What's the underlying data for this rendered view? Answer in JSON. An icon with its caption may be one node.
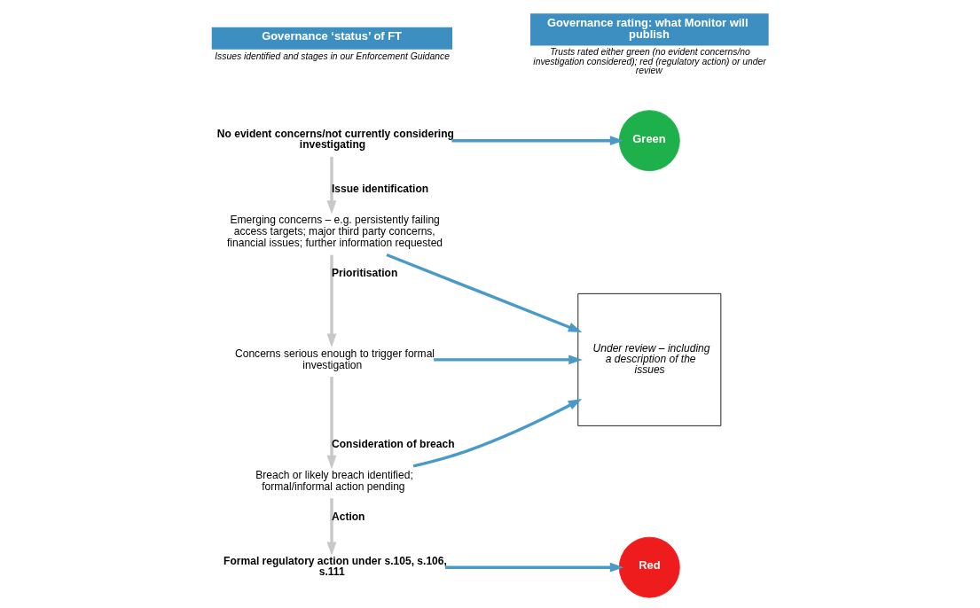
{
  "diagram": {
    "nodes": [
      {
        "text": [
          "Governance ‘status’ of FT"
        ],
        "beside": [
          "Issues identified and stages in our Enforcement Guidance"
        ]
      },
      {
        "text": [
          "Governance rating: what Monitor will publish"
        ],
        "beside": [
          "Trusts rated either green (no evident concerns/no investigation considered); red (regulatory action) or under review"
        ]
      },
      {
        "text": [
          "No evident concerns/not currently considering investigating"
        ]
      },
      {
        "text": [
          "Emerging concerns – e.g. persistently failing access targets; major third party concerns, financial issues; further information requested"
        ]
      },
      {
        "text": [
          "Concerns serious enough to trigger formal investigation"
        ]
      },
      {
        "text": [
          "Breach or likely breach identified; formal/informal action pending"
        ]
      },
      {
        "text": [
          "Formal regulatory action under s.105, s.106, s.111"
        ]
      },
      {
        "text": [
          "Green"
        ]
      },
      {
        "text": [
          "Under review – including a description of the issues"
        ]
      },
      {
        "text": [
          "Red"
        ]
      }
    ],
    "edges": [
      {
        "from": 2,
        "to": 7,
        "arrow": "to"
      },
      {
        "from": 2,
        "to": 3,
        "arrow": "to",
        "label": "Issue identification",
        "color": "#c8c8c8"
      },
      {
        "from": 3,
        "to": 8,
        "arrow": "to"
      },
      {
        "from": 3,
        "to": 4,
        "arrow": "to",
        "label": "Prioritisation",
        "color": "#c8c8c8"
      },
      {
        "from": 4,
        "to": 8,
        "arrow": "to"
      },
      {
        "from": 4,
        "to": 5,
        "arrow": "to",
        "label": "Consideration of breach",
        "color": "#c8c8c8"
      },
      {
        "from": 5,
        "to": 8,
        "arrow": "to"
      },
      {
        "from": 5,
        "to": 6,
        "arrow": "to",
        "label": "Action",
        "color": "#c8c8c8"
      },
      {
        "from": 6,
        "to": 9,
        "arrow": "to"
      }
    ]
  }
}
